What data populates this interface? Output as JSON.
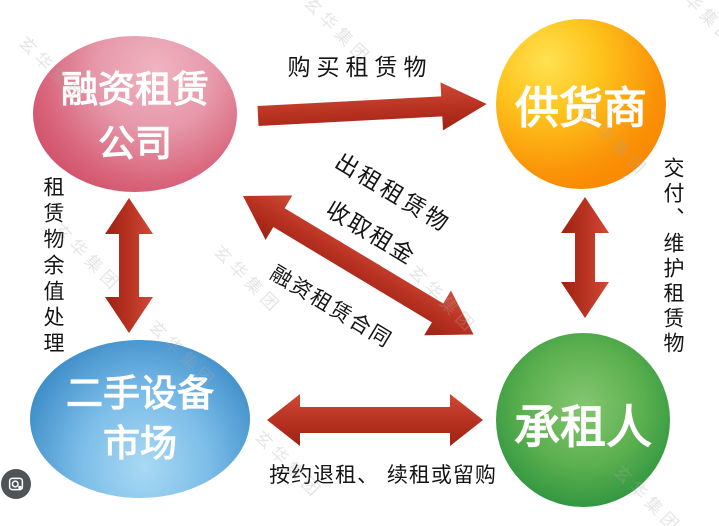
{
  "nodes": {
    "lessor": {
      "line1": "融资租赁",
      "line2": "公司"
    },
    "supplier": {
      "label": "供货商"
    },
    "market": {
      "line1": "二手设备",
      "line2": "市场"
    },
    "lessee": {
      "label": "承租人"
    }
  },
  "labels": {
    "buy": "购买租赁物",
    "residual_value": "租赁物余值处理",
    "deliver_maintain": "交付、维护租赁物",
    "lease_out": "出租租赁物",
    "collect_rent": "收取租金",
    "contract": "融资租赁合同",
    "return_renew": "按约退租、 续租或留购"
  },
  "watermark": {
    "text": "玄华集团"
  },
  "colors": {
    "arrow_red_light": "#d14a37",
    "arrow_red_dark": "#9c2313",
    "lessor_pink": "#c73a53",
    "supplier_orange": "#f67c00",
    "market_blue": "#2172b2",
    "lessee_green": "#1f8a35",
    "label_text": "#151515",
    "background": "#ffffff"
  }
}
